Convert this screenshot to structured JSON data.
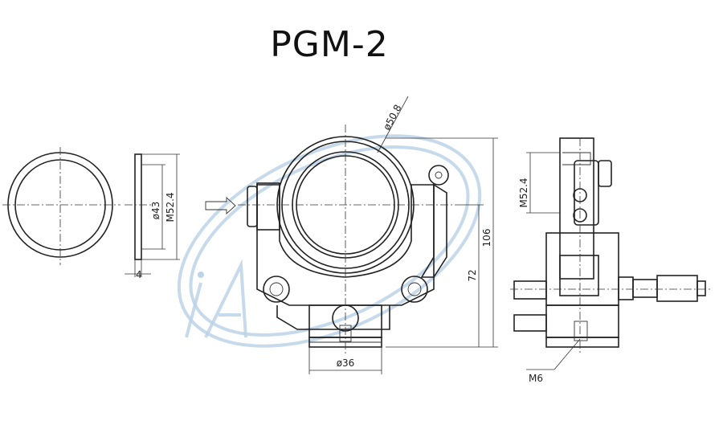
{
  "title": "PGM-2",
  "dimensions": {
    "optic_diameter": "ø50.8",
    "inner_diameter": "ø43",
    "ring_thread": "M52.4",
    "ring_thickness": "4",
    "overall_height": "106",
    "center_height": "72",
    "base_diameter": "ø36",
    "side_thread": "M52.4",
    "mount_thread": "M6"
  },
  "colors": {
    "line": "#222222",
    "watermark": "#bcd3e8"
  },
  "icons": {
    "beam_arrow": "arrow-right-icon",
    "watermark": "company-logo-watermark"
  }
}
